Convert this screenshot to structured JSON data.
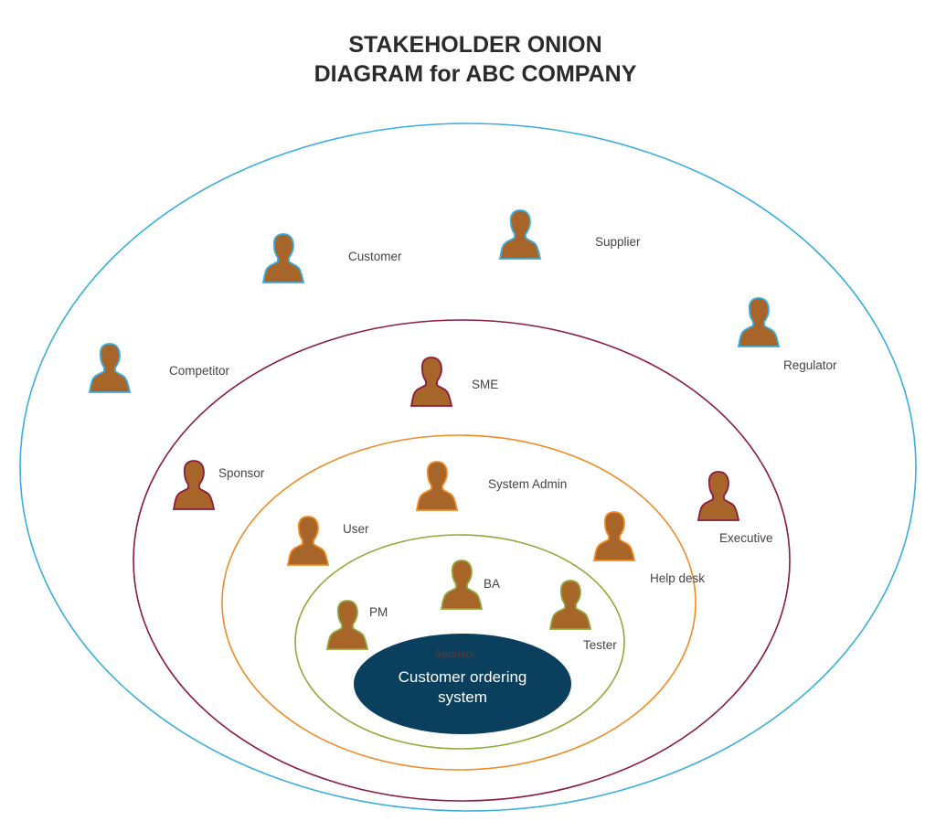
{
  "title": {
    "line1": "STAKEHOLDER ONION",
    "line2": "DIAGRAM for ABC COMPANY"
  },
  "center": {
    "line1": "Customer ordering",
    "line2": "system",
    "overlay_label": "Sponsor"
  },
  "colors": {
    "outer": "#3aaedc",
    "second": "#8a1c3e",
    "third": "#f08a24",
    "inner": "#8faa3c",
    "core": "#0b3f5e",
    "person": "#a8652a"
  },
  "layers": [
    {
      "name": "outer",
      "stakeholders": [
        "Customer",
        "Supplier",
        "Regulator",
        "Competitor"
      ]
    },
    {
      "name": "second",
      "stakeholders": [
        "SME",
        "Sponsor",
        "Executive"
      ]
    },
    {
      "name": "third",
      "stakeholders": [
        "System Admin",
        "User",
        "Help desk"
      ]
    },
    {
      "name": "inner",
      "stakeholders": [
        "BA",
        "PM",
        "Tester"
      ]
    }
  ]
}
